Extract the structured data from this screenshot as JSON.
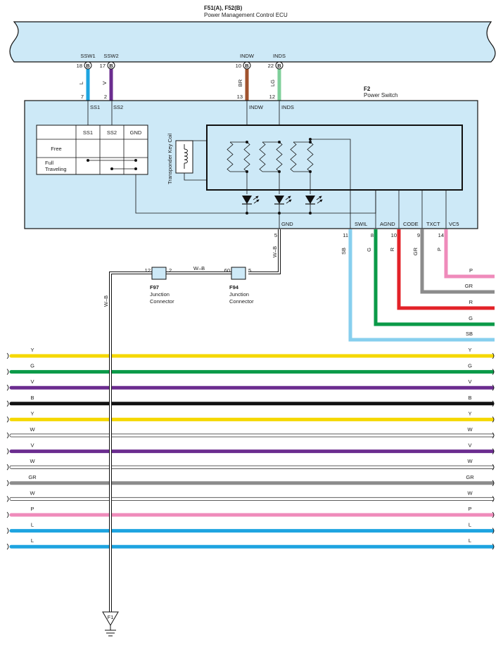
{
  "ecu": {
    "code": "F51(A), F52(B)",
    "name": "Power Management Control ECU"
  },
  "switch": {
    "code": "F2",
    "name": "Power Switch"
  },
  "ecu_pins": [
    {
      "label": "SSW1",
      "num": "18",
      "conn": "B",
      "wire": "L",
      "color": "#1ea4e0",
      "sw_pin": "7",
      "sw_label": "SS1"
    },
    {
      "label": "SSW2",
      "num": "17",
      "conn": "B",
      "wire": "V",
      "color": "#6b2c8f",
      "sw_pin": "2",
      "sw_label": "SS2"
    },
    {
      "label": "INDW",
      "num": "10",
      "conn": "B",
      "wire": "BR",
      "color": "#a0522d",
      "sw_pin": "13",
      "sw_label": "INDW"
    },
    {
      "label": "INDS",
      "num": "22",
      "conn": "B",
      "wire": "LG",
      "color": "#7fcf9a",
      "sw_pin": "12",
      "sw_label": "INDS"
    }
  ],
  "switch_table": {
    "headers": [
      "SS1",
      "SS2",
      "GND"
    ],
    "rows": [
      "Free",
      "Full",
      "Traveling"
    ]
  },
  "coil_label": "Transponder Key Coil",
  "bottom_pins": [
    {
      "label": "GND",
      "num": "5"
    },
    {
      "label": "SWIL",
      "num": "11",
      "wire": "SB",
      "color": "#87cfee"
    },
    {
      "label": "AGND",
      "num": "8",
      "wire": "G",
      "color": "#0a9a48"
    },
    {
      "label": "CODE",
      "num": "10",
      "wire": "R",
      "color": "#e32228"
    },
    {
      "label": "TXCT",
      "num": "9",
      "wire": "GR",
      "color": "#8c8c8c"
    },
    {
      "label": "VC5",
      "num": "14",
      "wire": "P",
      "color": "#ef8bbb"
    }
  ],
  "gnd_wire": "W–B",
  "junctions": [
    {
      "code": "F97",
      "name": "Junction",
      "name2": "Connector",
      "left": "12",
      "right": "2"
    },
    {
      "code": "F94",
      "name": "Junction",
      "name2": "Connector",
      "left": "60",
      "right": "5"
    }
  ],
  "ground": {
    "code": "F1"
  },
  "bus_wires": [
    {
      "label": "Y",
      "color": "#f5d800"
    },
    {
      "label": "G",
      "color": "#0a9a48"
    },
    {
      "label": "V",
      "color": "#6b2c8f"
    },
    {
      "label": "B",
      "color": "#111111"
    },
    {
      "label": "Y",
      "color": "#f5d800"
    },
    {
      "label": "W",
      "color": "#ffffff"
    },
    {
      "label": "V",
      "color": "#6b2c8f"
    },
    {
      "label": "W",
      "color": "#ffffff"
    },
    {
      "label": "GR",
      "color": "#8c8c8c"
    },
    {
      "label": "W",
      "color": "#ffffff"
    },
    {
      "label": "P",
      "color": "#ef8bbb"
    },
    {
      "label": "L",
      "color": "#1ea4e0"
    },
    {
      "label": "L",
      "color": "#1ea4e0"
    }
  ]
}
